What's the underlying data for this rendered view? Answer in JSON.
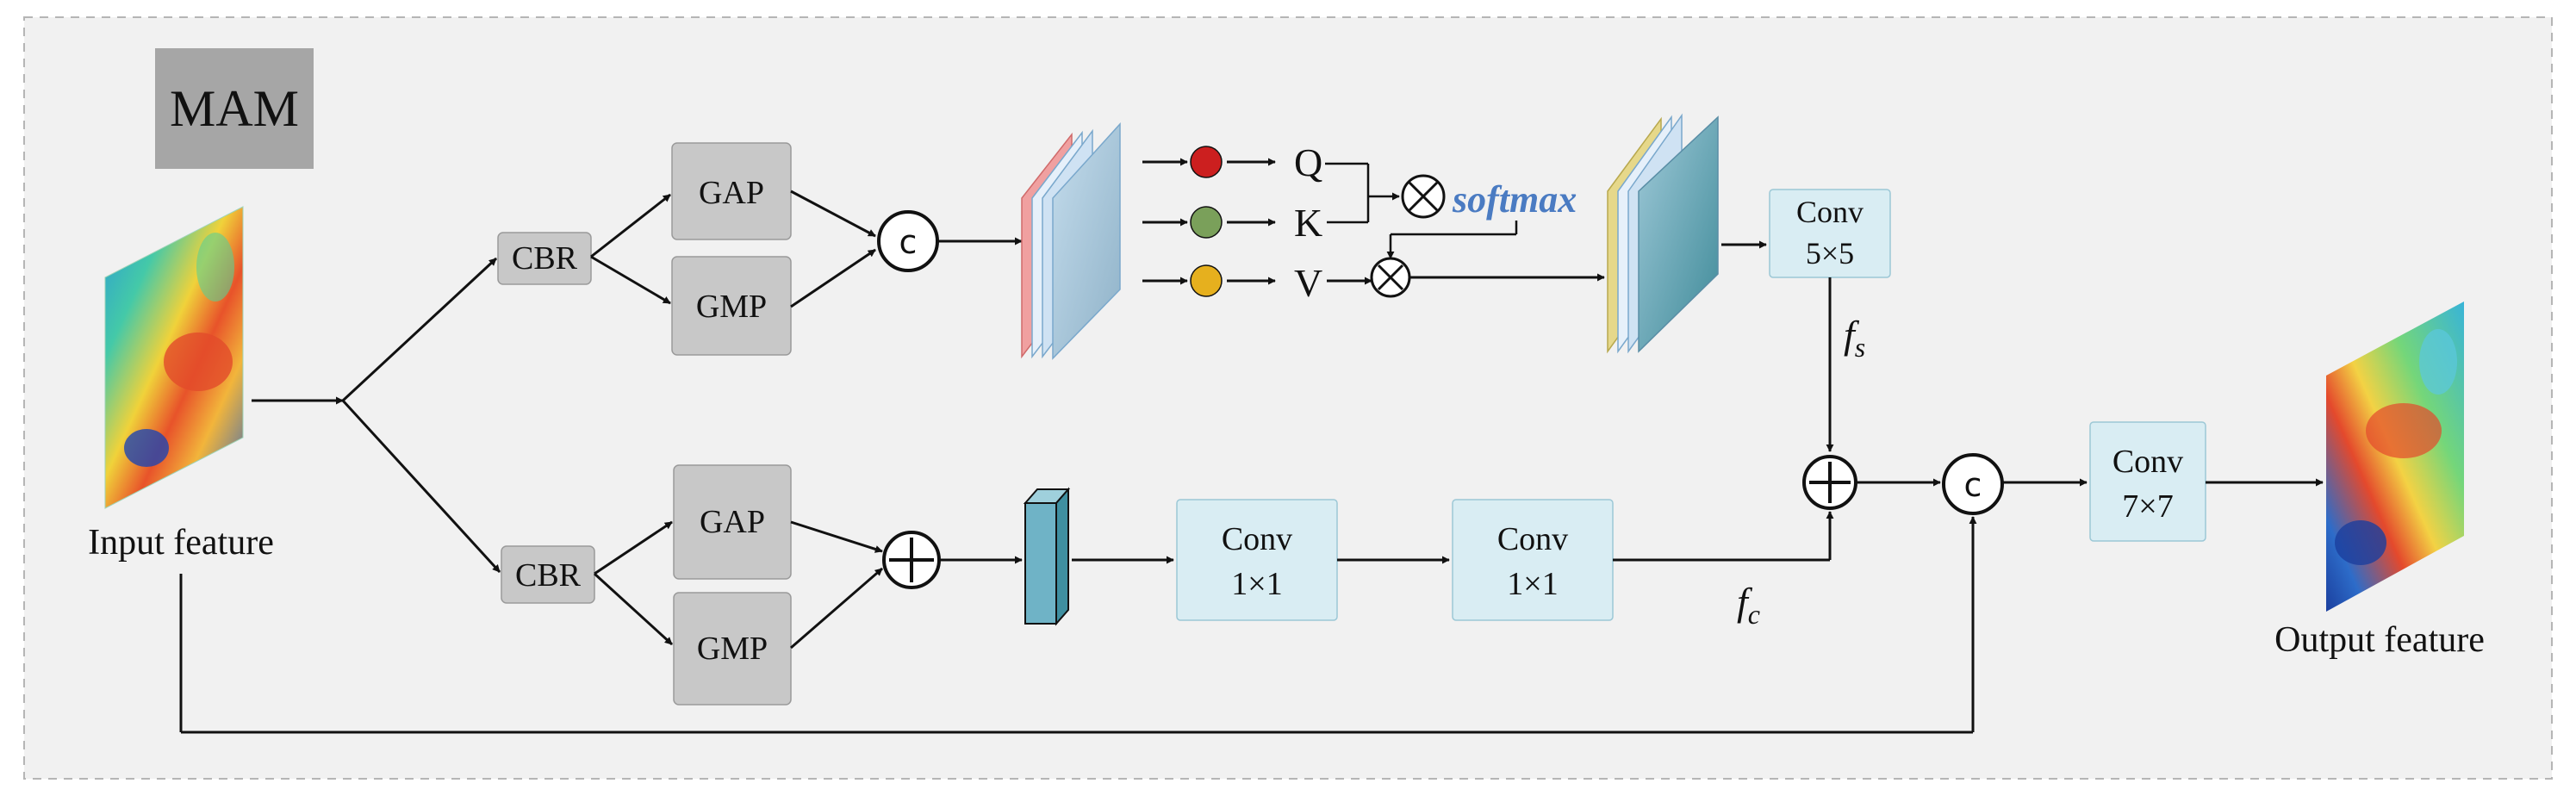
{
  "title": "MAM",
  "labels": {
    "input": "Input feature",
    "output": "Output feature"
  },
  "blocks": {
    "cbr_top": "CBR",
    "cbr_bottom": "CBR",
    "gap_top": "GAP",
    "gmp_top": "GMP",
    "gap_bottom": "GAP",
    "gmp_bottom": "GMP",
    "conv5_line1": "Conv",
    "conv5_line2": "5×5",
    "conv1a_line1": "Conv",
    "conv1a_line2": "1×1",
    "conv1b_line1": "Conv",
    "conv1b_line2": "1×1",
    "conv7_line1": "Conv",
    "conv7_line2": "7×7"
  },
  "ops": {
    "concat": "c",
    "add": "+",
    "multiply": "⊗"
  },
  "attention": {
    "q": "Q",
    "k": "K",
    "v": "V",
    "softmax": "softmax",
    "q_color": "#cc1f1f",
    "k_color": "#7aa05a",
    "v_color": "#e6b01e",
    "softmax_color": "#4a7bc2"
  },
  "symbols": {
    "fs_main": "f",
    "fs_sub": "s",
    "fc_main": "f",
    "fc_sub": "c"
  },
  "colors": {
    "panel_bg": "#f1f1f1",
    "panel_border": "#b5b5b5",
    "block_gray": "#c8c8c8",
    "conv_fill": "#d9edf3",
    "tensor_blue": "#6fb3c6"
  }
}
